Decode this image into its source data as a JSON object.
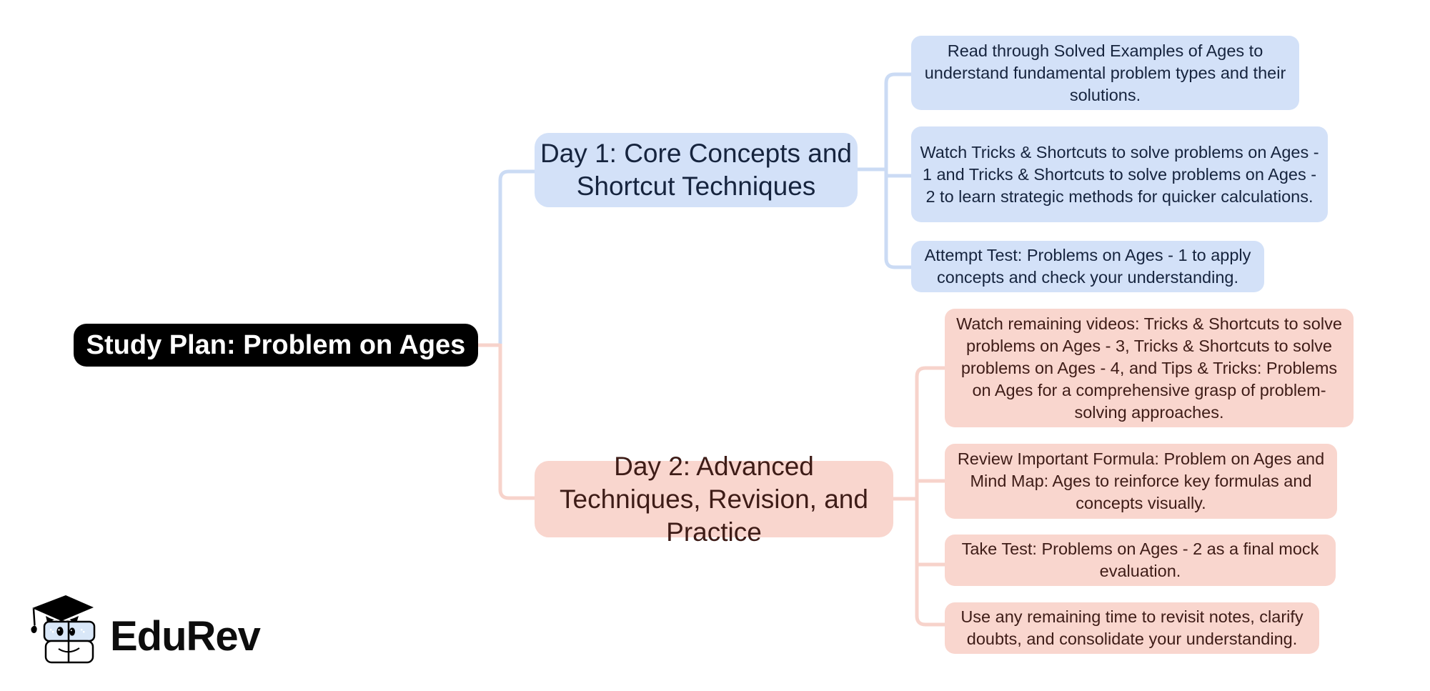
{
  "root": {
    "label": "Study Plan: Problem on Ages"
  },
  "branches": [
    {
      "id": "day1",
      "label": "Day 1: Core Concepts and Shortcut Techniques",
      "children": [
        {
          "text": "Read through Solved Examples of Ages to understand fundamental problem types and their solutions."
        },
        {
          "text": "Watch Tricks & Shortcuts to solve problems on Ages - 1 and Tricks & Shortcuts to solve problems on Ages - 2 to learn strategic methods for quicker calculations."
        },
        {
          "text": "Attempt Test: Problems on Ages - 1 to apply concepts and check your understanding."
        }
      ]
    },
    {
      "id": "day2",
      "label": "Day 2: Advanced Techniques, Revision, and Practice",
      "children": [
        {
          "text": "Watch remaining videos: Tricks & Shortcuts to solve problems on Ages - 3, Tricks & Shortcuts to solve problems on Ages - 4, and Tips & Tricks: Problems on Ages for a comprehensive grasp of problem-solving approaches."
        },
        {
          "text": "Review Important Formula: Problem on Ages and Mind Map: Ages to reinforce key formulas and concepts visually."
        },
        {
          "text": "Take Test: Problems on Ages - 2 as a final mock evaluation."
        },
        {
          "text": "Use any remaining time to revisit notes, clarify doubts, and consolidate your understanding."
        }
      ]
    }
  ],
  "palette": {
    "root_fill": "#000000",
    "root_text": "#ffffff",
    "day1_fill": "#d3e1f8",
    "day1_text": "#16243e",
    "day1_line": "#cbdbf4",
    "day2_fill": "#f9d6ce",
    "day2_text": "#3e1c17",
    "day2_line": "#f7d3cb"
  },
  "logo": {
    "brand": "EduRev"
  }
}
